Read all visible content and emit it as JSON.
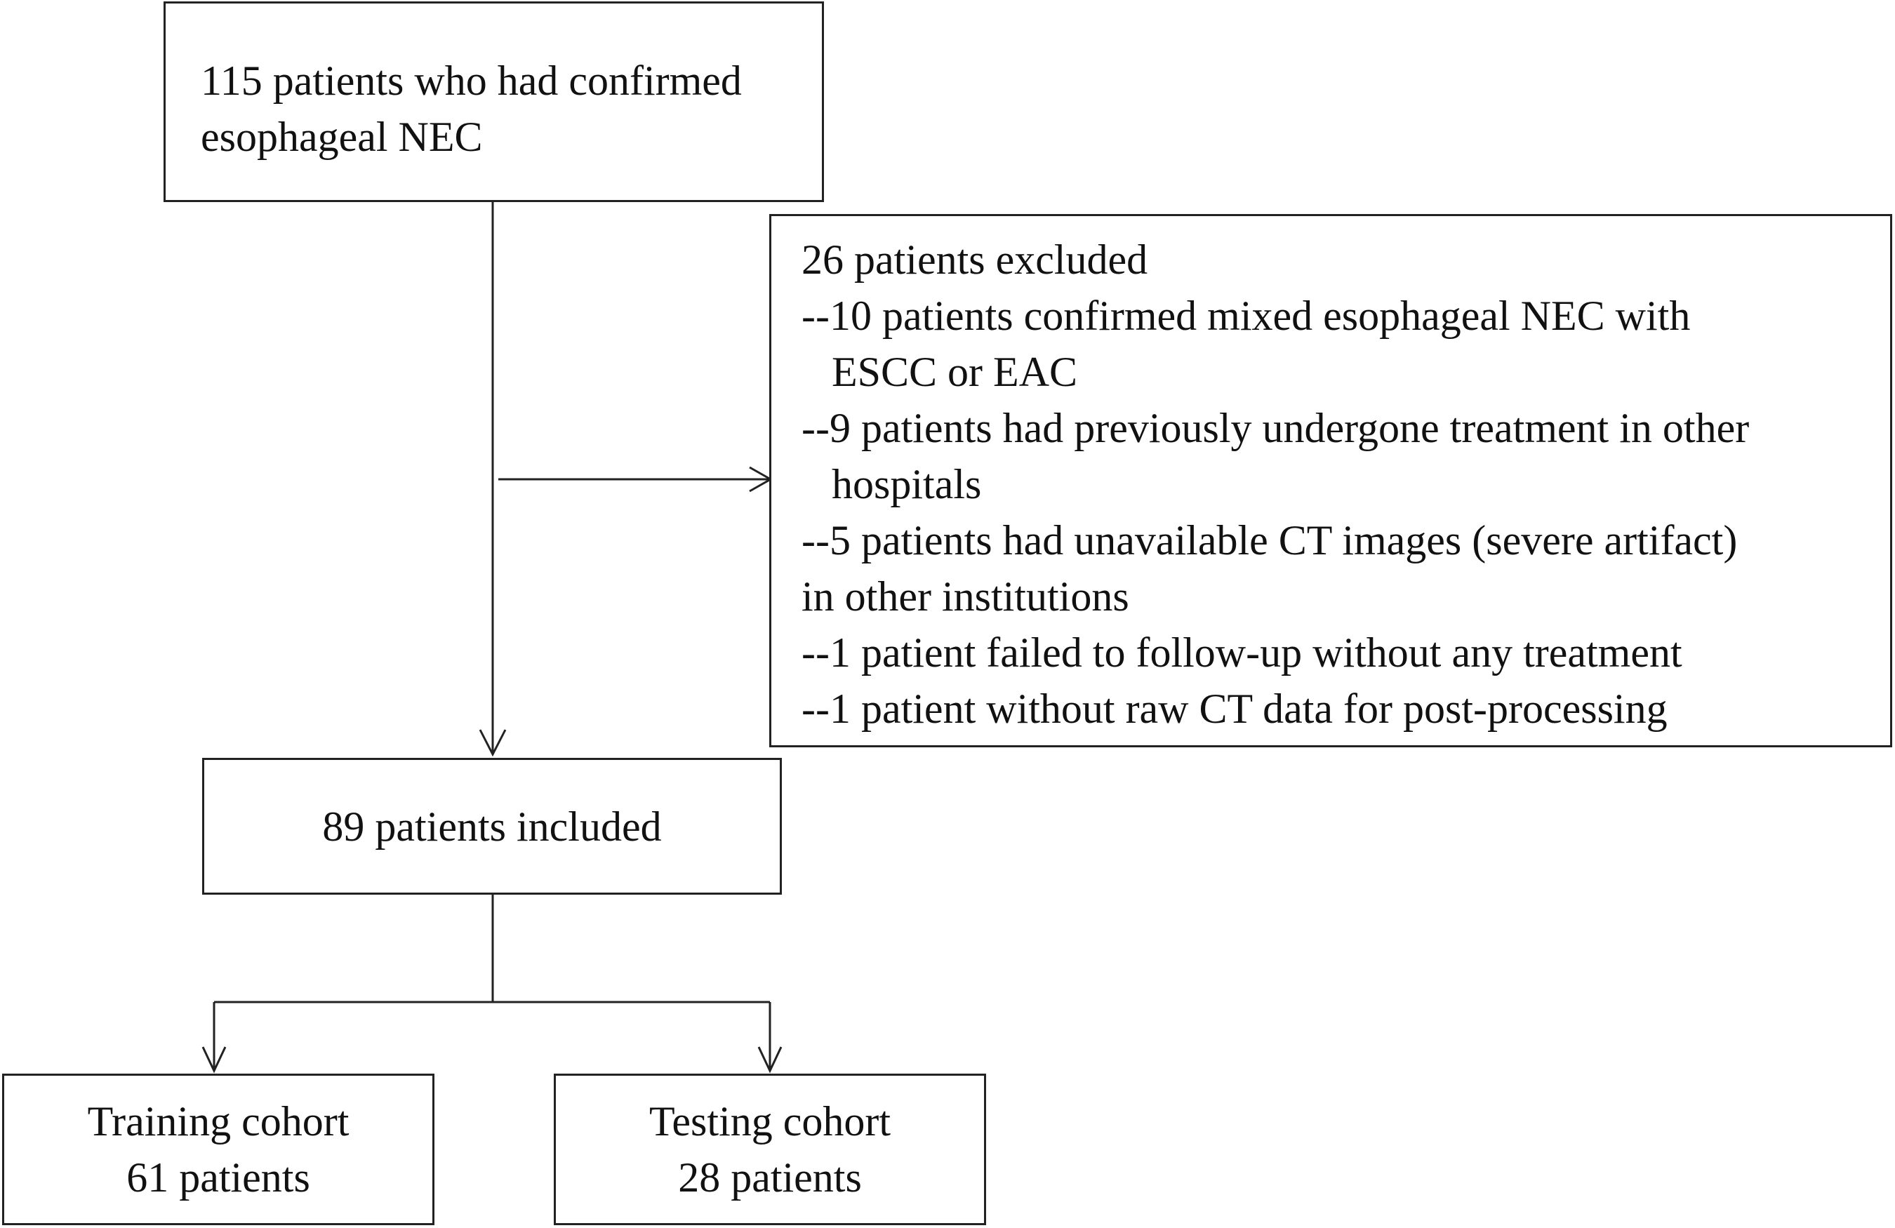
{
  "start": {
    "line1": "115 patients who had confirmed",
    "line2": "esophageal NEC"
  },
  "exclusion": {
    "title": "26 patients excluded",
    "reason1_a": "--10 patients confirmed mixed esophageal NEC with",
    "reason1_b": "ESCC or EAC",
    "reason2_a": "--9 patients had previously undergone treatment in other",
    "reason2_b": "hospitals",
    "reason3_a": "--5 patients had unavailable CT images (severe artifact)",
    "reason3_b": "in other institutions",
    "reason4": "--1 patient failed to follow-up without any treatment",
    "reason5": "--1 patient without raw CT data for post-processing"
  },
  "included": {
    "label": "89 patients included"
  },
  "training": {
    "line1": "Training cohort",
    "line2": "61 patients"
  },
  "testing": {
    "line1": "Testing cohort",
    "line2": "28 patients"
  },
  "colors": {
    "line": "#222222",
    "text": "#111111",
    "background": "#ffffff"
  }
}
